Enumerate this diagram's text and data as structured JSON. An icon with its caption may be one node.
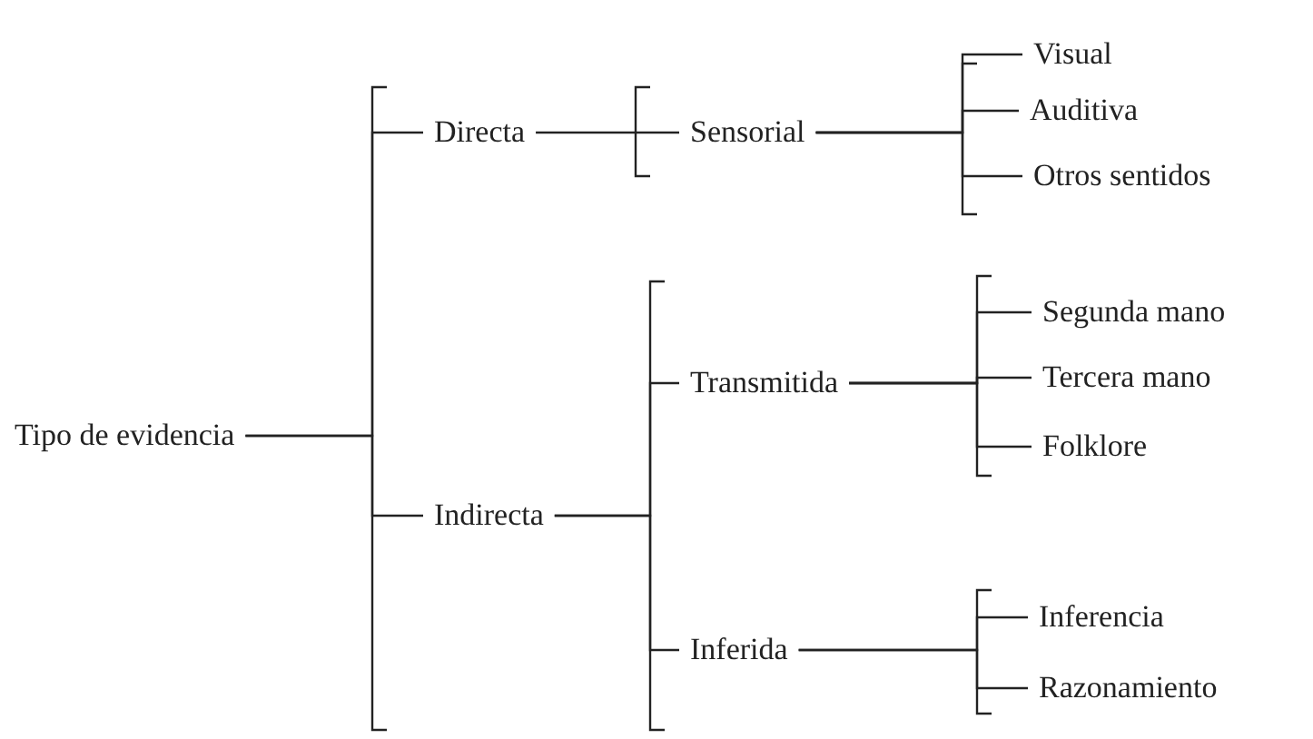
{
  "diagram": {
    "nodes": [
      {
        "text": [
          "Tipo de evidencia"
        ]
      },
      {
        "text": [
          "Directa"
        ]
      },
      {
        "text": [
          "Sensorial"
        ]
      },
      {
        "text": [
          "Visual"
        ]
      },
      {
        "text": [
          "Auditiva"
        ]
      },
      {
        "text": [
          "Otros sentidos"
        ]
      },
      {
        "text": [
          "Indirecta"
        ]
      },
      {
        "text": [
          "Transmitida"
        ]
      },
      {
        "text": [
          "Segunda mano"
        ]
      },
      {
        "text": [
          "Tercera mano"
        ]
      },
      {
        "text": [
          "Folklore"
        ]
      },
      {
        "text": [
          "Inferida"
        ]
      },
      {
        "text": [
          "Inferencia"
        ]
      },
      {
        "text": [
          "Razonamiento"
        ]
      }
    ],
    "edges": [
      {
        "from": 0,
        "to": 1,
        "arrow": "none"
      },
      {
        "from": 0,
        "to": 6,
        "arrow": "none"
      },
      {
        "from": 1,
        "to": 2,
        "arrow": "none"
      },
      {
        "from": 2,
        "to": 3,
        "arrow": "none"
      },
      {
        "from": 2,
        "to": 4,
        "arrow": "none"
      },
      {
        "from": 2,
        "to": 5,
        "arrow": "none"
      },
      {
        "from": 6,
        "to": 7,
        "arrow": "none"
      },
      {
        "from": 6,
        "to": 11,
        "arrow": "none"
      },
      {
        "from": 7,
        "to": 8,
        "arrow": "none"
      },
      {
        "from": 7,
        "to": 9,
        "arrow": "none"
      },
      {
        "from": 7,
        "to": 10,
        "arrow": "none"
      },
      {
        "from": 11,
        "to": 12,
        "arrow": "none"
      },
      {
        "from": 11,
        "to": 13,
        "arrow": "none"
      }
    ]
  }
}
